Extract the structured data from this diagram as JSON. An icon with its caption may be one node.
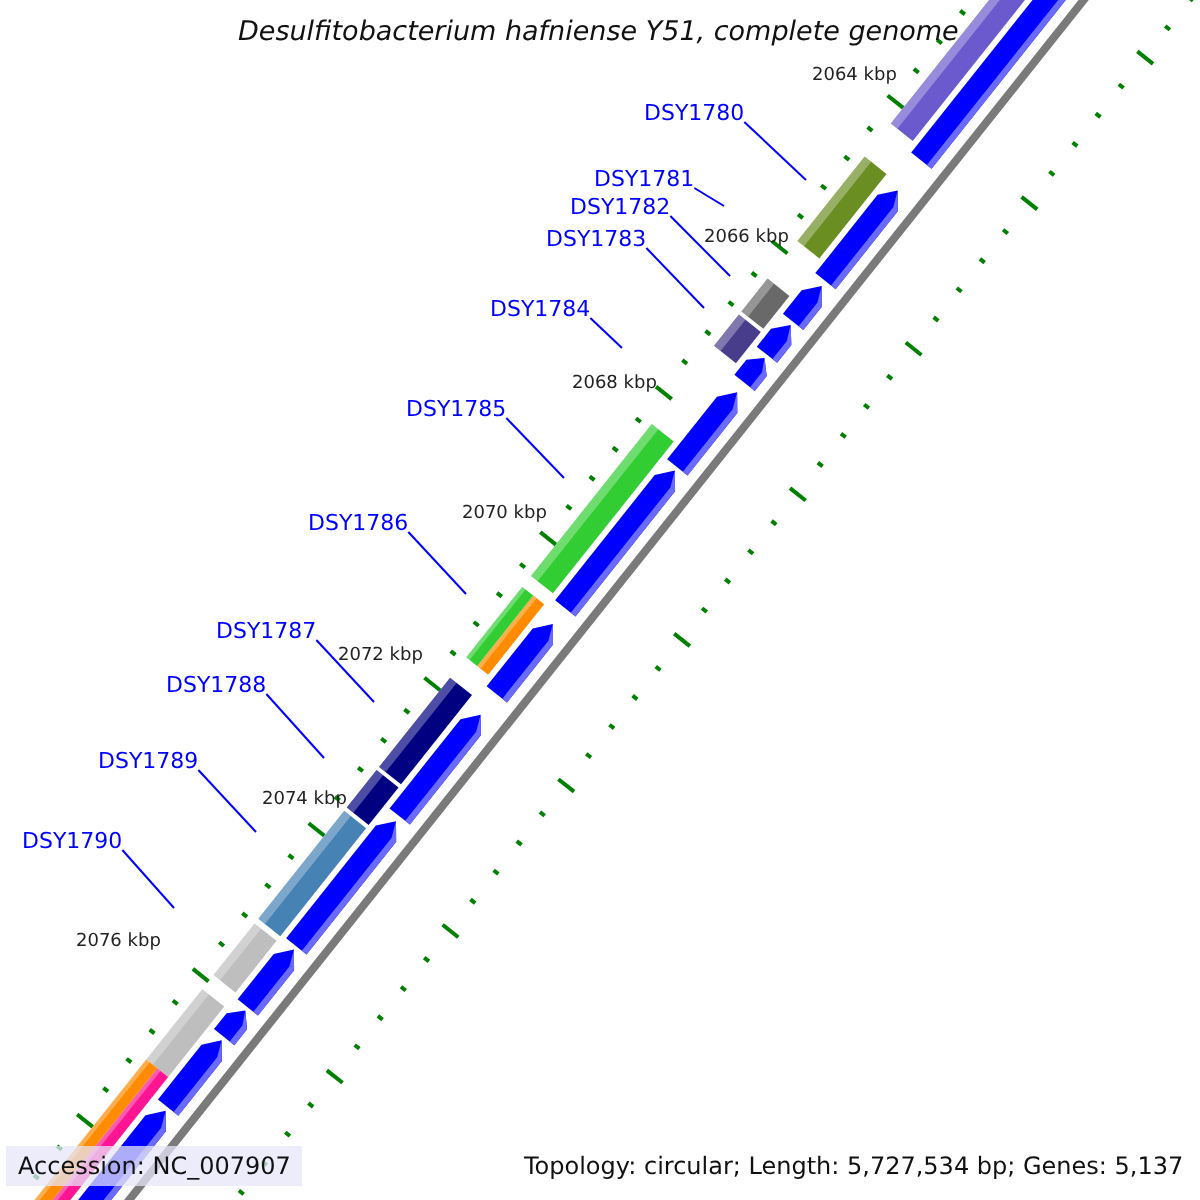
{
  "diagram": {
    "title": "Desulfitobacterium hafniense Y51, complete genome",
    "nodes": [
      {
        "text": [
          "DSY1780"
        ]
      },
      {
        "text": [
          "DSY1781"
        ]
      },
      {
        "text": [
          "DSY1782"
        ]
      },
      {
        "text": [
          "DSY1783"
        ]
      },
      {
        "text": [
          "DSY1784"
        ]
      },
      {
        "text": [
          "DSY1785"
        ]
      },
      {
        "text": [
          "DSY1786"
        ]
      },
      {
        "text": [
          "DSY1787"
        ]
      },
      {
        "text": [
          "DSY1788"
        ]
      },
      {
        "text": [
          "DSY1789"
        ]
      },
      {
        "text": [
          "DSY1790"
        ]
      }
    ],
    "edges": [
      {
        "from": 0,
        "to": null,
        "arrow": "none"
      },
      {
        "from": 1,
        "to": null,
        "arrow": "none"
      },
      {
        "from": 2,
        "to": null,
        "arrow": "none"
      },
      {
        "from": 3,
        "to": null,
        "arrow": "none"
      },
      {
        "from": 4,
        "to": null,
        "arrow": "none"
      },
      {
        "from": 5,
        "to": null,
        "arrow": "none"
      },
      {
        "from": 6,
        "to": null,
        "arrow": "none"
      },
      {
        "from": 7,
        "to": null,
        "arrow": "none"
      },
      {
        "from": 8,
        "to": null,
        "arrow": "none"
      },
      {
        "from": 9,
        "to": null,
        "arrow": "none"
      },
      {
        "from": 10,
        "to": null,
        "arrow": "none"
      }
    ],
    "labels": [
      "2064 kbp",
      "2066 kbp",
      "2068 kbp",
      "2070 kbp",
      "2072 kbp",
      "2074 kbp",
      "2076 kbp",
      "Accession: NC_007907",
      "Topology: circular; Length: 5,727,534 bp; Genes: 5,137"
    ]
  }
}
